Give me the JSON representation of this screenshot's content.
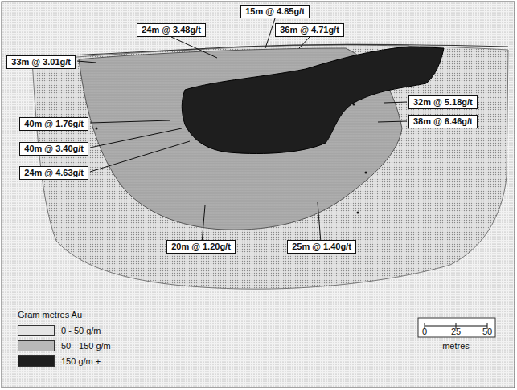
{
  "diagram": {
    "nodes": [
      {
        "text": [
          "15m @ 4.85g/t"
        ]
      },
      {
        "text": [
          "24m @ 3.48g/t"
        ]
      },
      {
        "text": [
          "36m @ 4.71g/t"
        ]
      },
      {
        "text": [
          "33m @ 3.01g/t"
        ]
      },
      {
        "text": [
          "32m @ 5.18g/t"
        ]
      },
      {
        "text": [
          "38m @ 6.46g/t"
        ]
      },
      {
        "text": [
          "40m @ 1.76g/t"
        ]
      },
      {
        "text": [
          "40m @ 3.40g/t"
        ]
      },
      {
        "text": [
          "24m @ 4.63g/t"
        ]
      },
      {
        "text": [
          "20m @ 1.20g/t"
        ]
      },
      {
        "text": [
          "25m @ 1.40g/t"
        ]
      }
    ],
    "labels": [
      "Gram metres Au",
      "0",
      "25",
      "50",
      "metres"
    ],
    "legend": [
      {
        "text": "0 - 50 g/m",
        "color": "#e4e4e4"
      },
      {
        "text": "50 - 150 g/m",
        "color": "#b8b8b8"
      },
      {
        "text": "150 g/m +",
        "color": "#1e1e1e"
      }
    ]
  }
}
